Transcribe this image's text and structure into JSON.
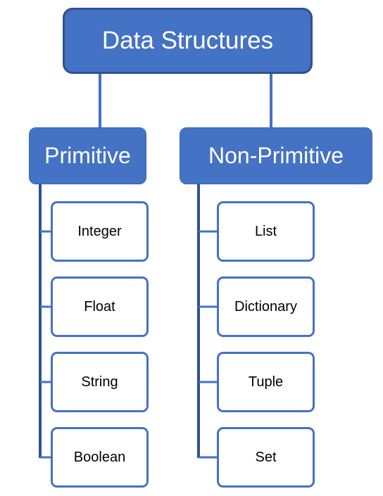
{
  "diagram": {
    "root": {
      "label": "Data Structures"
    },
    "primitive": {
      "label": "Primitive",
      "items": [
        "Integer",
        "Float",
        "String",
        "Boolean"
      ]
    },
    "non_primitive": {
      "label": "Non-Primitive",
      "items": [
        "List",
        "Dictionary",
        "Tuple",
        "Set"
      ]
    },
    "colors": {
      "node_fill": "#4472c4",
      "root_border": "#2f528f",
      "connector": "#4472c4",
      "leaf_border": "#4472c4",
      "leaf_fill": "#ffffff"
    }
  }
}
